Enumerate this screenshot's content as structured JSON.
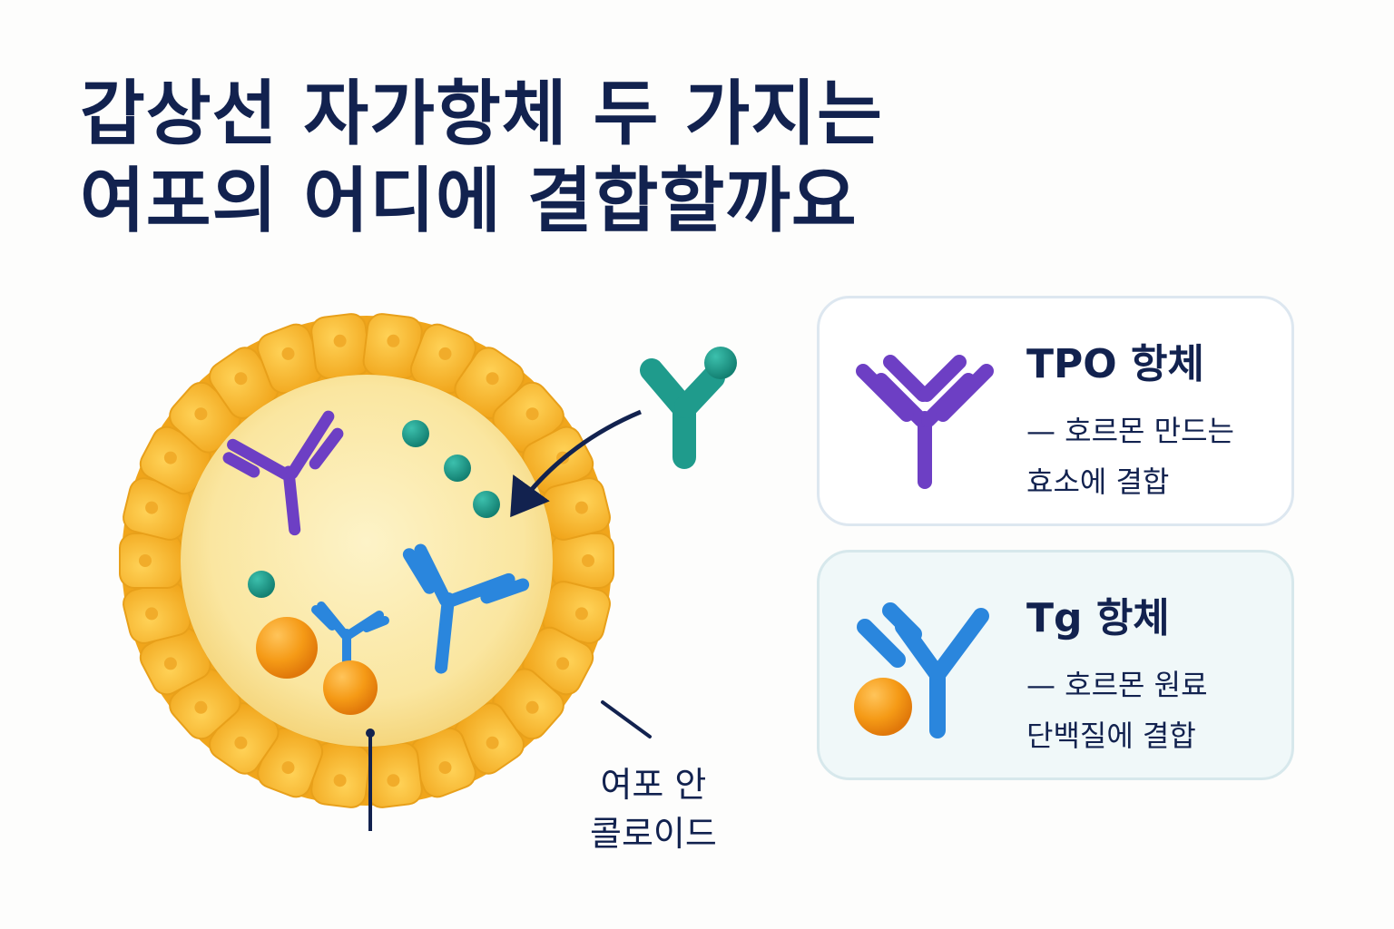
{
  "title": {
    "line1": "갑상선 자가항체 두 가지는",
    "line2": "여포의 어디에 결합할까요"
  },
  "colloid_label": {
    "line1": "여포 안",
    "line2": "콜로이드"
  },
  "cards": [
    {
      "title": "TPO 항체",
      "desc_line1": "— 호르몬 만드는",
      "desc_line2": "효소에 결합"
    },
    {
      "title": "Tg 항체",
      "desc_line1": "— 호르몬 원료",
      "desc_line2": "단백질에 결합"
    }
  ],
  "colors": {
    "tpo_antibody": "#6d3fc4",
    "tg_antibody": "#2a86dd",
    "thyroglobulin_sphere": "#f59a16",
    "teal_antibody": "#1f9b8c",
    "follicle_cells": "#f7b62f",
    "colloid": "#faeaa9",
    "title": "#12224f"
  },
  "icons": [
    "tpo-antibody-icon",
    "tg-antibody-icon",
    "thyroglobulin-sphere-icon",
    "teal-antibody-icon",
    "arrow-icon"
  ]
}
